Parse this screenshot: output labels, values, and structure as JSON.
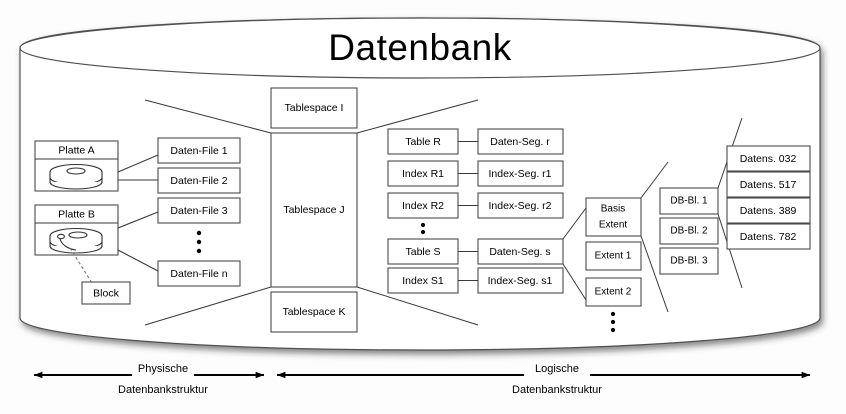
{
  "title": "Datenbank",
  "disks": [
    {
      "name": "Platte A"
    },
    {
      "name": "Platte B"
    }
  ],
  "block_label": "Block",
  "data_files": [
    {
      "label": "Daten-File 1"
    },
    {
      "label": "Daten-File 2"
    },
    {
      "label": "Daten-File 3"
    },
    {
      "label": "Daten-File n"
    }
  ],
  "tablespaces": [
    {
      "label": "Tablespace I"
    },
    {
      "label": "Tablespace J"
    },
    {
      "label": "Tablespace K"
    }
  ],
  "objects": [
    {
      "label": "Table R"
    },
    {
      "label": "Index R1"
    },
    {
      "label": "Index R2"
    },
    {
      "label": "Table S"
    },
    {
      "label": "Index S1"
    }
  ],
  "segments": [
    {
      "label": "Daten-Seg. r"
    },
    {
      "label": "Index-Seg. r1"
    },
    {
      "label": "Index-Seg. r2"
    },
    {
      "label": "Daten-Seg. s"
    },
    {
      "label": "Index-Seg. s1"
    }
  ],
  "extents": [
    {
      "line1": "Basis",
      "line2": "Extent"
    },
    {
      "line1": "Extent 1",
      "line2": ""
    },
    {
      "line1": "Extent 2",
      "line2": ""
    }
  ],
  "db_blocks": [
    {
      "label": "DB-Bl. 1"
    },
    {
      "label": "DB-Bl. 2"
    },
    {
      "label": "DB-Bl. 3"
    }
  ],
  "datensaetze": [
    {
      "label": "Datens. 032"
    },
    {
      "label": "Datens. 517"
    },
    {
      "label": "Datens. 389"
    },
    {
      "label": "Datens. 782"
    }
  ],
  "axes": [
    {
      "line1": "Physische",
      "line2": "Datenbankstruktur"
    },
    {
      "line1": "Logische",
      "line2": "Datenbankstruktur"
    }
  ],
  "colors": {
    "stroke": "#4a4a4a",
    "text": "#000000",
    "background": "#ffffff"
  }
}
